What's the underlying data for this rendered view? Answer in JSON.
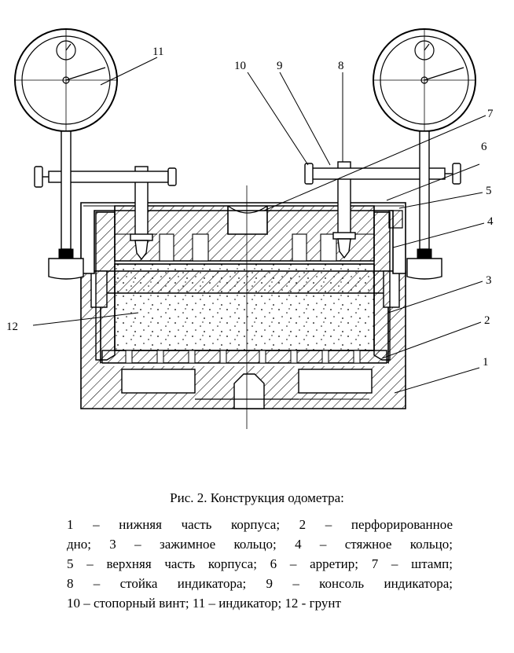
{
  "figure": {
    "callouts": [
      "1",
      "2",
      "3",
      "4",
      "5",
      "6",
      "7",
      "8",
      "9",
      "10",
      "11",
      "12"
    ],
    "caption": "Рис. 2. Конструкция одометра:",
    "legend_lines": [
      "1 – нижняя часть корпуса; 2 – перфорированное",
      "дно; 3 – зажимное кольцо; 4 – стяжное кольцо;",
      "5 – верхняя часть корпуса; 6 – арретир; 7 – штамп;",
      "8 – стойка индикатора; 9 – консоль индикатора;",
      "10 – стопорный винт; 11 – индикатор; 12 - грунт"
    ]
  }
}
